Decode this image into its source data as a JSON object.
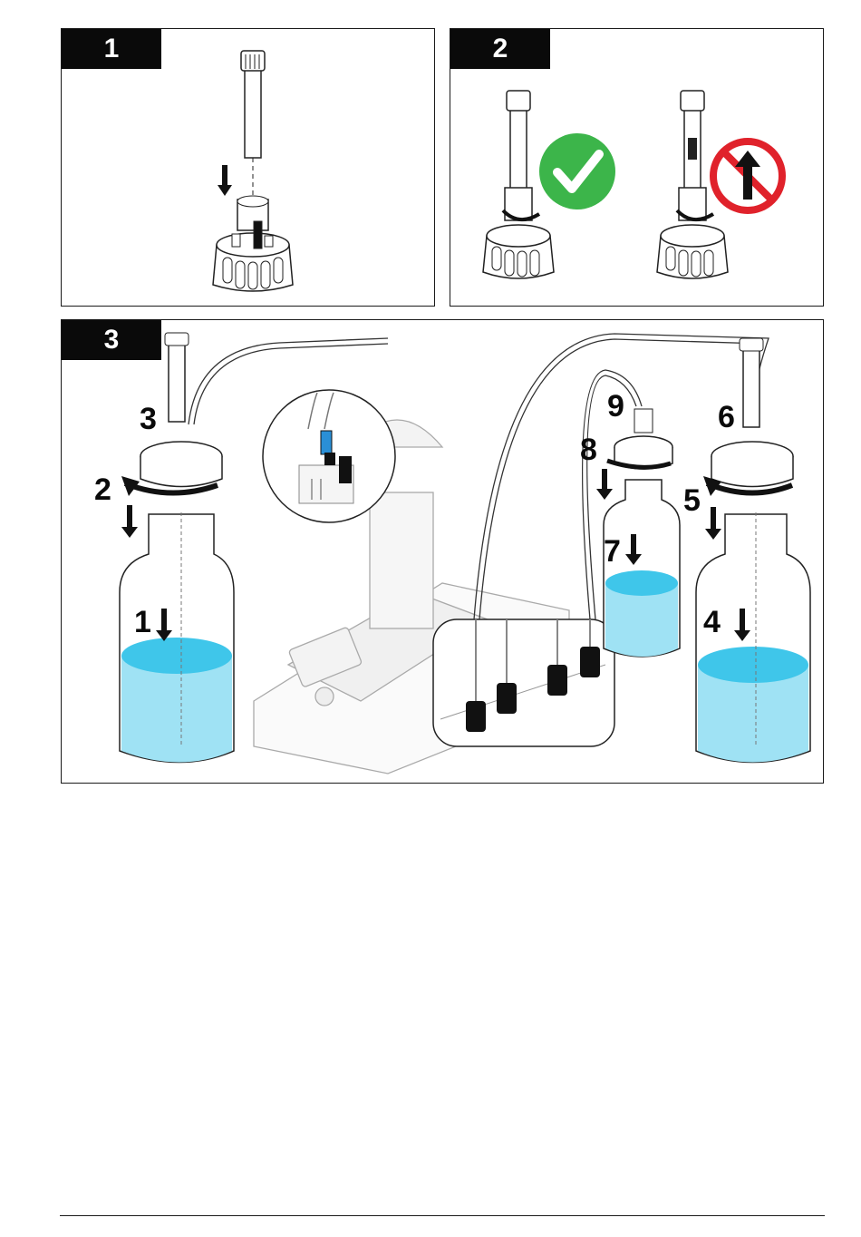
{
  "panels": [
    {
      "step": "1"
    },
    {
      "step": "2"
    },
    {
      "step": "3"
    }
  ],
  "callouts": [
    "1",
    "2",
    "3",
    "4",
    "5",
    "6",
    "7",
    "8",
    "9"
  ],
  "colors": {
    "liquid": "#3fc6ea",
    "liquid_light": "#9fe2f4",
    "check_green": "#3cb54a",
    "prohibit_red": "#e0222b",
    "tab_black": "#0a0a0a",
    "connector_blue": "#2a8fd6"
  },
  "icons": {
    "check": "check-icon",
    "prohibited": "prohibited-up-arrow-icon",
    "down_arrow": "down-arrow-icon",
    "rotate_arrow": "rotate-arrow-icon"
  }
}
